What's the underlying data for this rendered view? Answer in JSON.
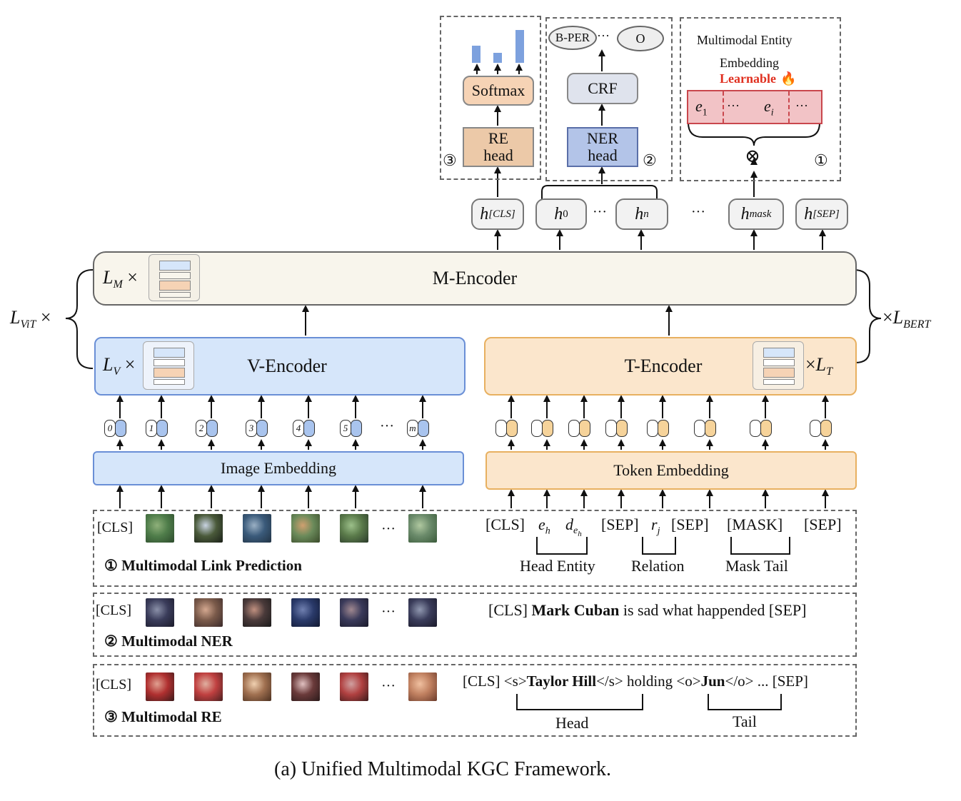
{
  "caption": "(a)  Unified Multimodal KGC Framework.",
  "m_encoder": {
    "label": "M-Encoder",
    "repeat_label": "L",
    "repeat_sub": "M",
    "times": "×"
  },
  "v_encoder": {
    "label": "V-Encoder",
    "repeat_label": "L",
    "repeat_sub": "V",
    "times": "×"
  },
  "t_encoder": {
    "label": "T-Encoder",
    "repeat_label": "L",
    "repeat_sub": "T",
    "times": "×"
  },
  "left_brace": {
    "label": "L",
    "sub": "ViT",
    "times": "×"
  },
  "right_brace": {
    "label": "L",
    "sub": "BERT",
    "times": "×"
  },
  "image_embedding": "Image Embedding",
  "token_embedding": "Token Embedding",
  "patch_indices": [
    "0",
    "1",
    "2",
    "3",
    "4",
    "5",
    "m"
  ],
  "ellipsis": "···",
  "hidden": {
    "cls": {
      "main": "h",
      "sub": "[CLS]"
    },
    "h0": {
      "main": "h",
      "sub": "0"
    },
    "hn": {
      "main": "h",
      "sub": "n"
    },
    "mask": {
      "main": "h",
      "sub": "mask"
    },
    "sep": {
      "main": "h",
      "sub": "[SEP]"
    }
  },
  "task_re": {
    "softmax": "Softmax",
    "head_line1": "RE",
    "head_line2": "head",
    "marker": "③"
  },
  "task_ner": {
    "crf": "CRF",
    "head_line1": "NER",
    "head_line2": "head",
    "tag1": "B-PER",
    "tag2": "O",
    "marker": "②"
  },
  "task_lp": {
    "title_line1": "Multimodal Entity",
    "title_line2": "Embedding",
    "learnable": "Learnable",
    "e1": "e",
    "e1_sub": "1",
    "ei": "e",
    "ei_sub": "i",
    "dots": "···",
    "otimes": "⊗",
    "marker": "①"
  },
  "lp_row": {
    "cls": "[CLS]",
    "title": "① Multimodal Link Prediction",
    "tokens": {
      "cls": "[CLS]",
      "eh": "e",
      "eh_sub": "h",
      "deh": "d",
      "deh_sub": "e",
      "deh_subsub": "h",
      "sep1": "[SEP]",
      "rj": "r",
      "rj_sub": "j",
      "sep2": "[SEP]",
      "mask": "[MASK]",
      "sep3": "[SEP]"
    },
    "groups": {
      "head": "Head Entity",
      "relation": "Relation",
      "mask_tail": "Mask Tail"
    }
  },
  "ner_row": {
    "cls": "[CLS]",
    "title": "② Multimodal NER",
    "sentence_pre": "[CLS] ",
    "sentence_bold": "Mark Cuban",
    "sentence_post": " is sad what happended [SEP]"
  },
  "re_row": {
    "cls": "[CLS]",
    "title": "③ Multimodal RE",
    "s1": "[CLS] <s>",
    "b1": "Taylor Hill",
    "s2": "</s> holding <o>",
    "b2": "Jun",
    "s3": "</o> ... [SEP]",
    "head": "Head",
    "tail": "Tail"
  },
  "colors": {
    "blue_fill": "#d6e6fa",
    "blue_border": "#6a8fd6",
    "orange_fill": "#fbe6cc",
    "orange_border": "#e8b060",
    "m_fill": "#f8f5ec",
    "softmax_fill": "#f6d3b5",
    "rehead_fill": "#ecc9a8",
    "nerhead_fill": "#b3c4e8",
    "crf_fill": "#dfe3ed",
    "entity_fill": "#f2c3c6",
    "entity_border": "#c9474d",
    "learnable": "#e03020",
    "bar": "#7da1de"
  }
}
